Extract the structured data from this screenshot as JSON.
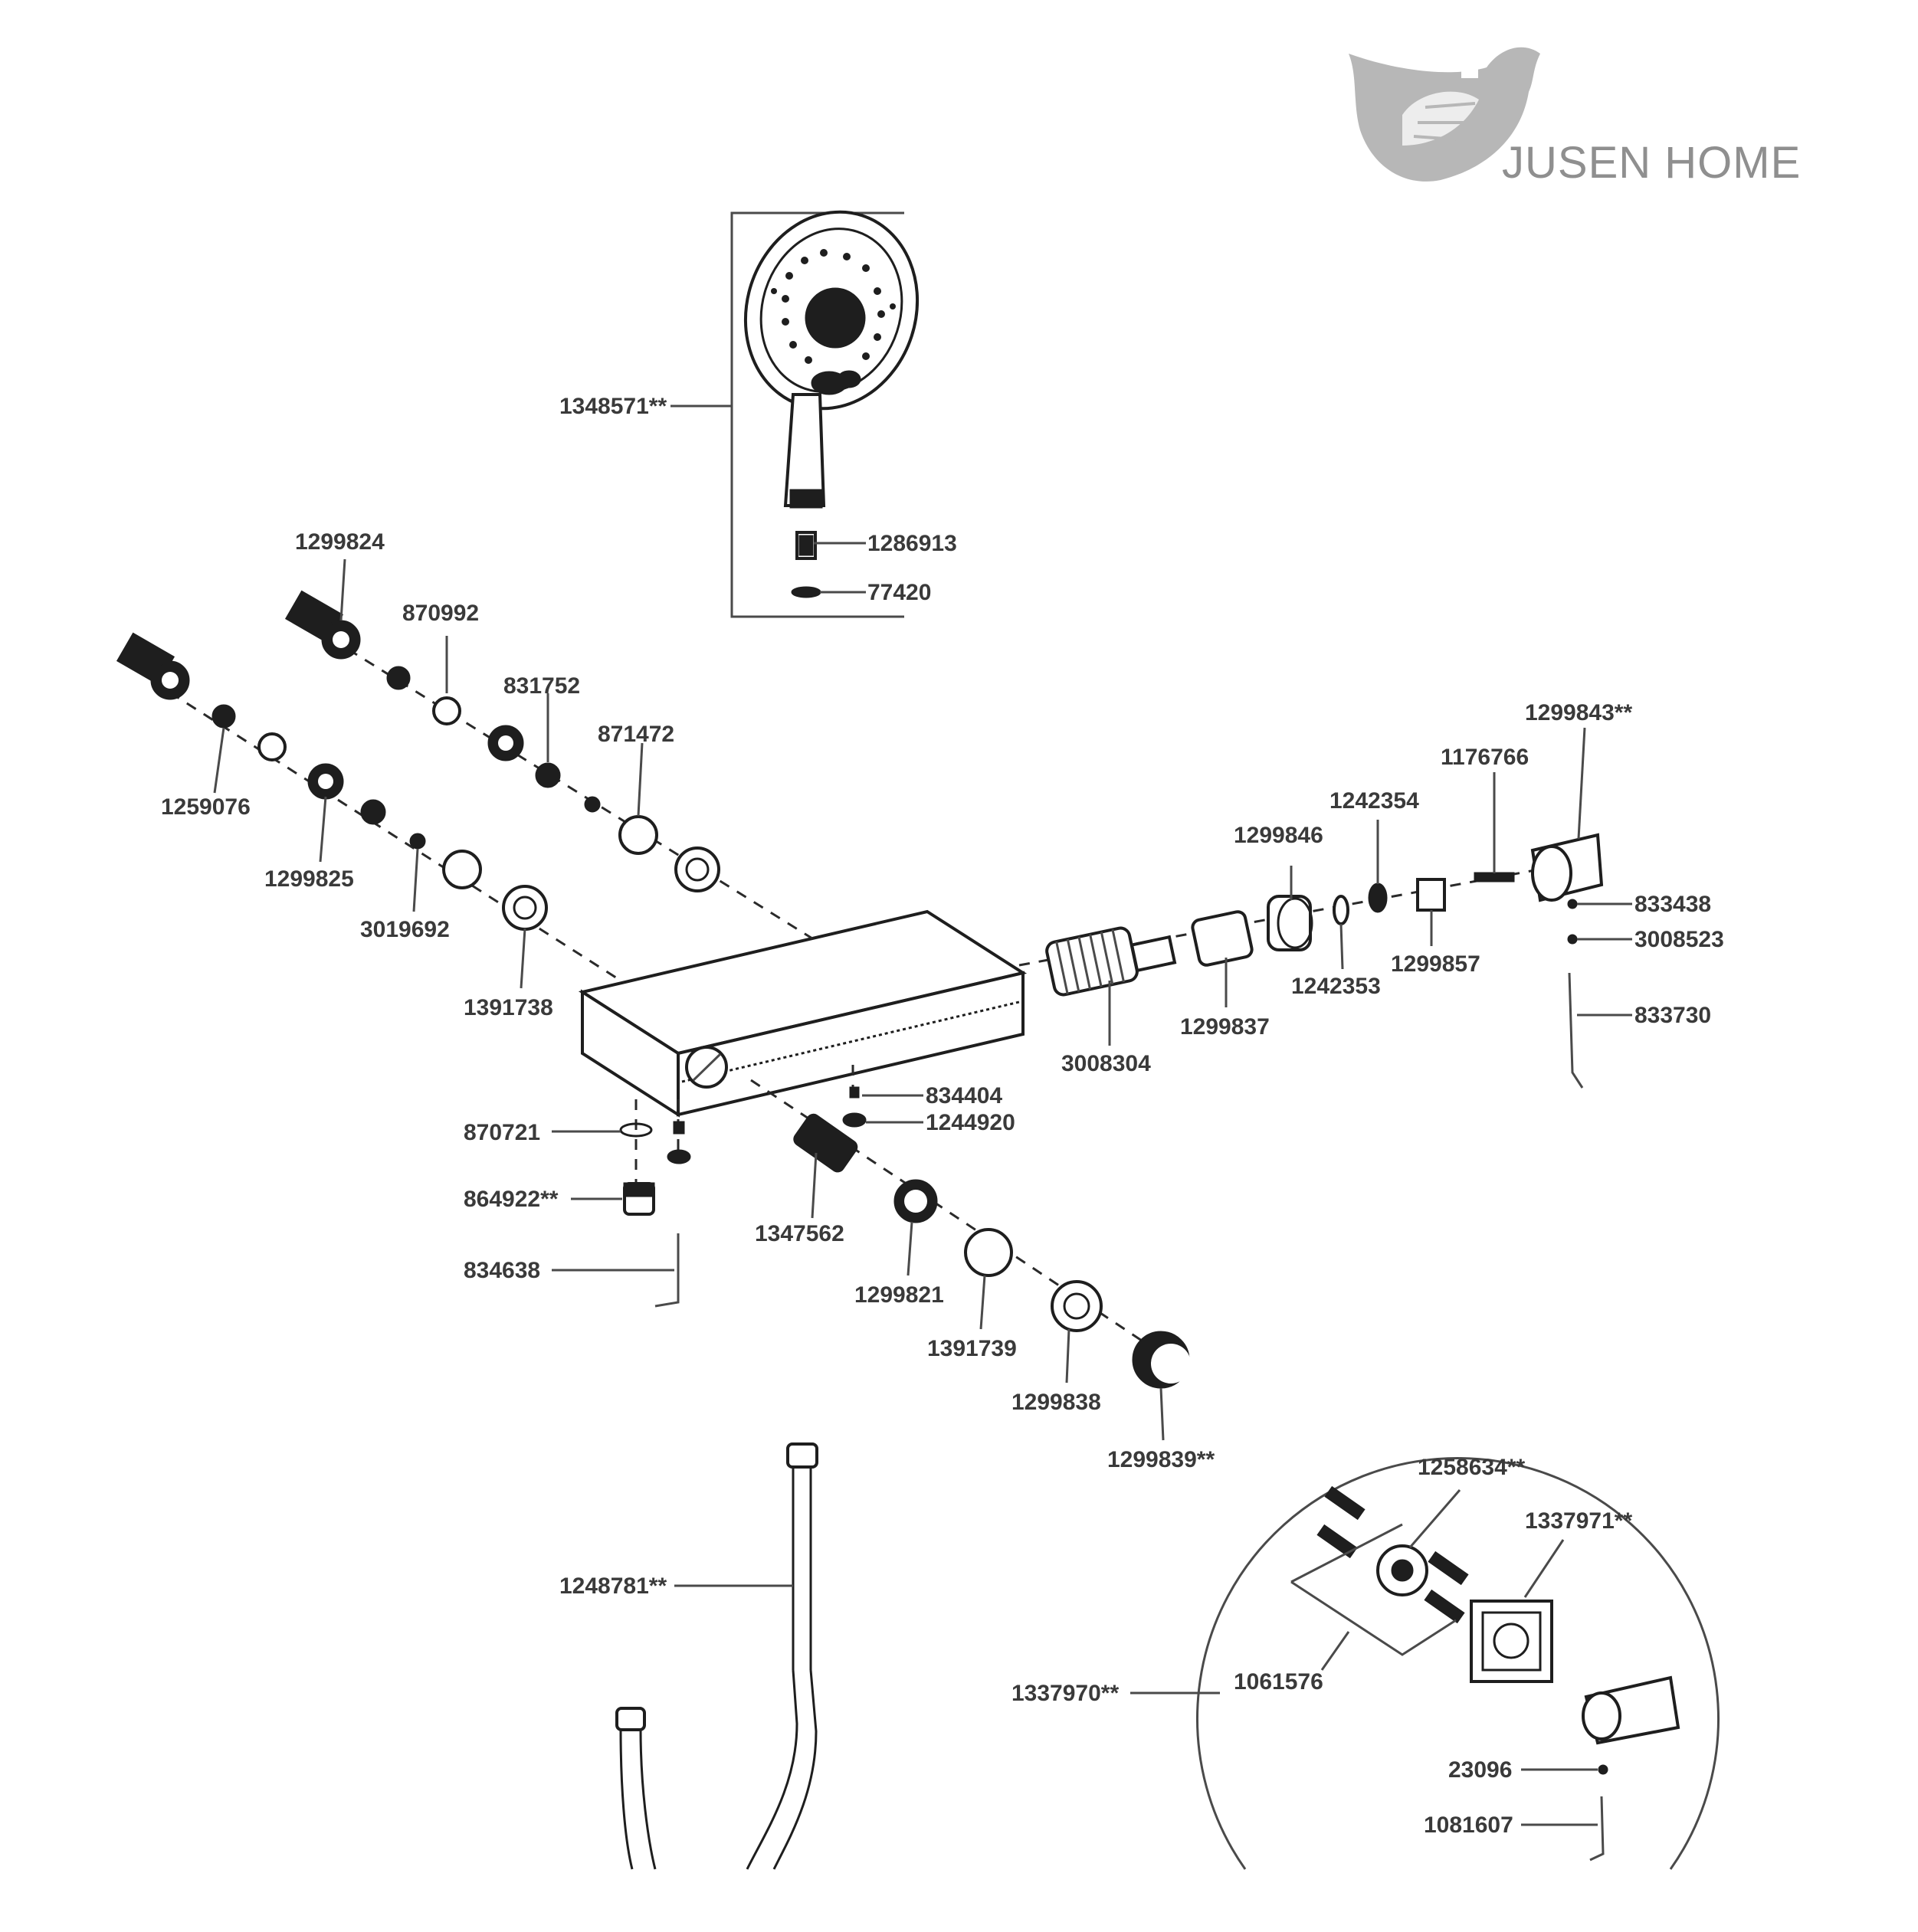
{
  "brand": {
    "name": "JUSEN HOME"
  },
  "parts": {
    "hand_shower": "1348571**",
    "p1286913": "1286913",
    "p77420": "77420",
    "p1299824": "1299824",
    "p870992": "870992",
    "p831752": "831752",
    "p871472": "871472",
    "p1259076": "1259076",
    "p1299825": "1299825",
    "p3019692": "3019692",
    "p1391738": "1391738",
    "p1299843": "1299843**",
    "p1176766": "1176766",
    "p1242354": "1242354",
    "p1299846": "1299846",
    "p833438": "833438",
    "p3008523": "3008523",
    "p1299857": "1299857",
    "p1242353": "1242353",
    "p1299837": "1299837",
    "p3008304": "3008304",
    "p833730": "833730",
    "p834404": "834404",
    "p1244920": "1244920",
    "p870721": "870721",
    "p864922": "864922**",
    "p834638": "834638",
    "p1347562": "1347562",
    "p1299821": "1299821",
    "p1391739": "1391739",
    "p1299838": "1299838",
    "p1299839": "1299839**",
    "p1248781": "1248781**",
    "p1258634": "1258634**",
    "p1337971": "1337971**",
    "p1061576": "1061576",
    "p1337970": "1337970**",
    "p23096": "23096",
    "p1081607": "1081607"
  }
}
